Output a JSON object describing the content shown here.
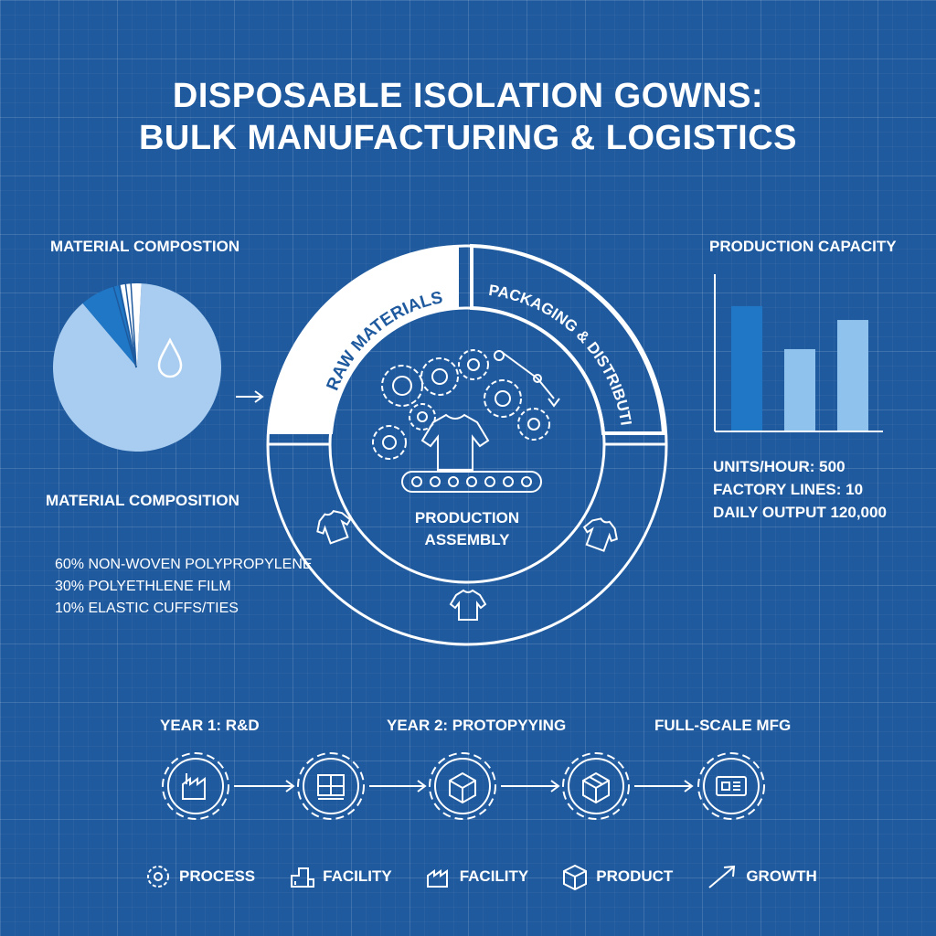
{
  "title": {
    "line1": "DISPOSABLE ISOLATION GOWNS:",
    "line2": "BULK MANUFACTURING & LOGISTICS"
  },
  "material": {
    "heading_top": "MATERIAL COMPOSTION",
    "heading_bottom": "MATERIAL COMPOSITION",
    "items": [
      "60% NON-WOVEN POLYPROPYLENE",
      "30% POLYETHLENE FILM",
      "10% ELASTIC CUFFS/TIES"
    ],
    "pie_colors": [
      "#a9cdf0",
      "#1f77c6",
      "#ffffff"
    ]
  },
  "cycle": {
    "segment_raw": "RAW MATERIALS",
    "segment_pack": "PACKAGING & DISTRIBUTION",
    "center_line1": "PRODUCTION",
    "center_line2": "ASSEMBLY"
  },
  "capacity": {
    "heading": "PRODUCTION CAPACITY",
    "bar_levels": [
      0.81,
      0.53,
      0.72
    ],
    "bar_colors": [
      "#1f77c6",
      "#8fc2ec",
      "#8fc2ec"
    ],
    "stats": [
      "UNITS/HOUR: 500",
      "FACTORY LINES: 10",
      "DAILY OUTPUT  120,000"
    ]
  },
  "timeline": {
    "labels": [
      "YEAR 1: R&D",
      "YEAR 2: PROTOPYYING",
      "FULL-SCALE MFG"
    ],
    "steps": [
      "factory-icon",
      "blueprint-icon",
      "box-icon",
      "package-icon",
      "shipping-icon"
    ]
  },
  "legend": [
    {
      "icon": "gear-icon",
      "label": "PROCESS"
    },
    {
      "icon": "facility-icon",
      "label": "FACILITY"
    },
    {
      "icon": "factory-icon",
      "label": "FACILITY"
    },
    {
      "icon": "box-icon",
      "label": "PRODUCT"
    },
    {
      "icon": "growth-arrow-icon",
      "label": "GROWTH"
    }
  ]
}
